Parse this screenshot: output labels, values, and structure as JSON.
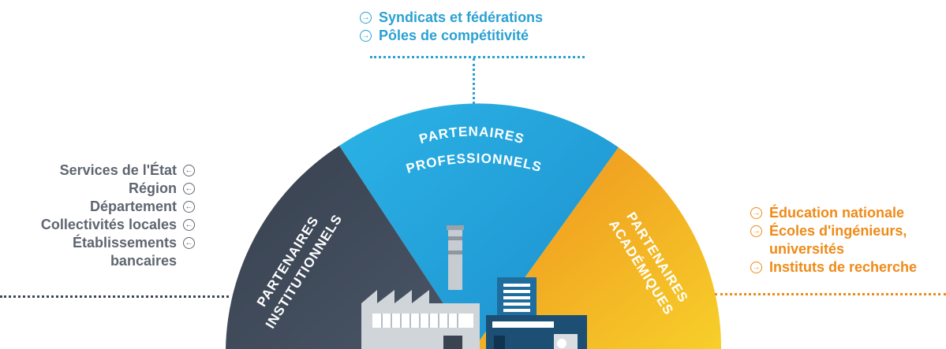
{
  "colors": {
    "professional": "#27a6dd",
    "institutional": "#3e4756",
    "academic": "#f2a81d",
    "blue_text": "#2aa1d3",
    "gray_text": "#5f6670",
    "orange_text": "#ef8a17"
  },
  "top": {
    "items": [
      {
        "label": "Syndicats et fédérations",
        "icon": "arrow-circle-right-icon"
      },
      {
        "label": "Pôles de compétitivité",
        "icon": "arrow-circle-right-icon"
      }
    ]
  },
  "left": {
    "items": [
      {
        "lines": [
          "Services de l'État"
        ],
        "icon": "arrow-circle-left-icon"
      },
      {
        "lines": [
          "Région"
        ],
        "icon": "arrow-circle-left-icon"
      },
      {
        "lines": [
          "Département"
        ],
        "icon": "arrow-circle-left-icon"
      },
      {
        "lines": [
          "Collectivités locales"
        ],
        "icon": "arrow-circle-left-icon"
      },
      {
        "lines": [
          "Établissements",
          "bancaires"
        ],
        "icon": "arrow-circle-left-icon"
      }
    ]
  },
  "right": {
    "items": [
      {
        "lines": [
          "Éducation nationale"
        ],
        "icon": "arrow-circle-right-icon"
      },
      {
        "lines": [
          "Écoles d'ingénieurs,",
          "universités"
        ],
        "icon": "arrow-circle-right-icon"
      },
      {
        "lines": [
          "Instituts de recherche"
        ],
        "icon": "arrow-circle-right-icon"
      }
    ]
  },
  "segments": {
    "professional": {
      "line1": "PARTENAIRES",
      "line2": "PROFESSIONNELS"
    },
    "institutional": {
      "line1": "PARTENAIRES",
      "line2": "INSTITUTIONNELS"
    },
    "academic": {
      "line1": "PARTENAIRES",
      "line2": "ACADÉMIQUES"
    }
  }
}
